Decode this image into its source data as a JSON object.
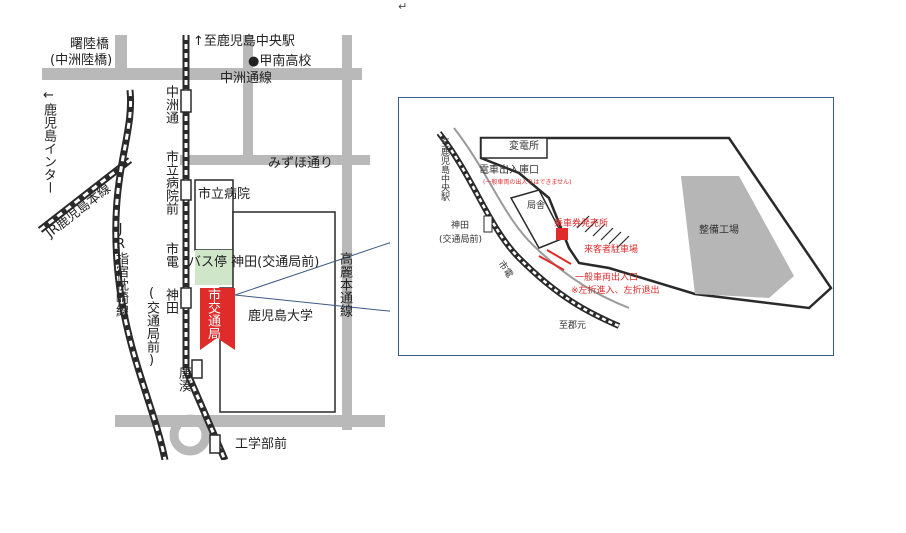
{
  "map_labels": {
    "bridge_name": "曙陸橋",
    "bridge_alt": "(中洲陸橋)",
    "to_central_station": "↑至鹿児島中央駅",
    "konan_school": "●甲南高校",
    "nakasu_line": "中洲通線",
    "mizuho_street": "みずほ通り",
    "kagoshima_interchange": "←鹿児島インター",
    "jr_main_line": "JR鹿児島本線",
    "jr_ibusuki_line": "JR指宿枕崎線",
    "koutsukyoku_mae": "(交通局前)",
    "nakasu_dori": "中洲通",
    "shiritsu_byoinmae": "市立病院前",
    "city_hospital": "市立病院",
    "bus_stop": "バス停 神田(交通局前)",
    "shiden": "市電",
    "kanda": "神田",
    "city_transport_bureau": "市交通局",
    "kagoshima_university": "鹿児島大学",
    "korai_hon_line": "高麗本通線",
    "tousou": "唐湊",
    "kogakubu_mae": "工学部前"
  },
  "inset_labels": {
    "substation": "変電所",
    "tram_gate": "電車出入庫口",
    "tram_gate_note": "(一般車両の出入りはできません)",
    "office_building": "局舎",
    "ticket_office": "乗車券発売所",
    "visitor_parking": "来客者駐車場",
    "maintenance_factory": "整備工場",
    "general_vehicle_gate": "一般車両出入口",
    "turn_rule": "※左折進入、左折退出",
    "to_central_station": "至鹿児島中央駅",
    "kanda_stop": "神田",
    "kanda_stop_alt": "(交通局前)",
    "shiden": "市電",
    "to_korimoto": "至郡元"
  },
  "colors": {
    "road": "#b9b9b9",
    "rail": "#2a2a2a",
    "accent_red": "#e02b2b",
    "hospital_green": "#cfe6c9",
    "inset_border": "#3b5a86"
  }
}
